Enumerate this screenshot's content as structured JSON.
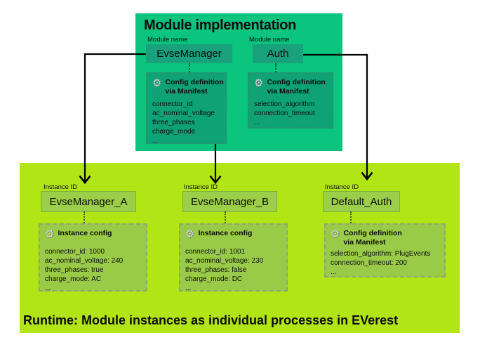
{
  "top_panel": {
    "title": "Module implementation",
    "modules": [
      {
        "label": "Module name",
        "name": "EvseManager",
        "config": {
          "icon": "gear-icon",
          "title": [
            "Config definition",
            "via Manifest"
          ],
          "items": [
            "connector_id",
            "ac_nominal_voltage",
            "three_phases",
            "charge_mode",
            "..."
          ]
        }
      },
      {
        "label": "Module name",
        "name": "Auth",
        "config": {
          "icon": "gear-icon",
          "title": [
            "Config definition",
            "via Manifest"
          ],
          "items": [
            "selection_algorithm",
            "connection_timeout",
            "..."
          ]
        }
      }
    ]
  },
  "runtime_panel": {
    "caption": "Runtime: Module instances as individual processes in EVerest",
    "instances": [
      {
        "label": "Instance ID",
        "name": "EvseManager_A",
        "config": {
          "icon": "gear-icon",
          "title": [
            "Instance config"
          ],
          "items": [
            "connector_id: 1000",
            "ac_nominal_voltage: 240",
            "three_phases: true",
            "charge_mode: AC",
            "..."
          ]
        }
      },
      {
        "label": "Instance ID",
        "name": "EvseManager_B",
        "config": {
          "icon": "gear-icon",
          "title": [
            "Instance config"
          ],
          "items": [
            "connector_id: 1001",
            "ac_nominal_voltage: 230",
            "three_phases: false",
            "charge_mode: DC",
            "..."
          ]
        }
      },
      {
        "label": "Instance ID",
        "name": "Default_Auth",
        "config": {
          "icon": "gear-icon",
          "title": [
            "Config definition",
            "via Manifest"
          ],
          "items": [
            "selection_algorithm: PlugEvents",
            "connection_timeout: 200",
            "..."
          ]
        }
      }
    ]
  },
  "icons": {
    "gear": "⚙"
  },
  "colors": {
    "top_panel_bg": "#0bc47e",
    "module_name_box_bg": "#18a17b",
    "module_config_bg": "#0ea274",
    "module_config_border": "#28926e",
    "runtime_panel_bg": "#b2e516",
    "instance_box_bg": "#9bce49",
    "instance_box_border": "#80af38",
    "instance_config_bg": "#9acb48",
    "instance_config_border": "#8ea671",
    "arrow": "#000000",
    "text": "#0c0c0c"
  }
}
